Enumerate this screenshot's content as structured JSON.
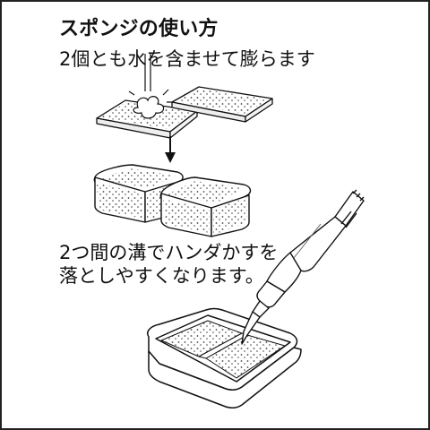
{
  "title": "スポンジの使い方",
  "instructions": [
    "2個とも水を含ませて膨らます",
    "2つ間の溝でハンダかすを",
    "落としやすくなります。"
  ],
  "icons": {
    "arrow": "arrow-down-icon"
  }
}
